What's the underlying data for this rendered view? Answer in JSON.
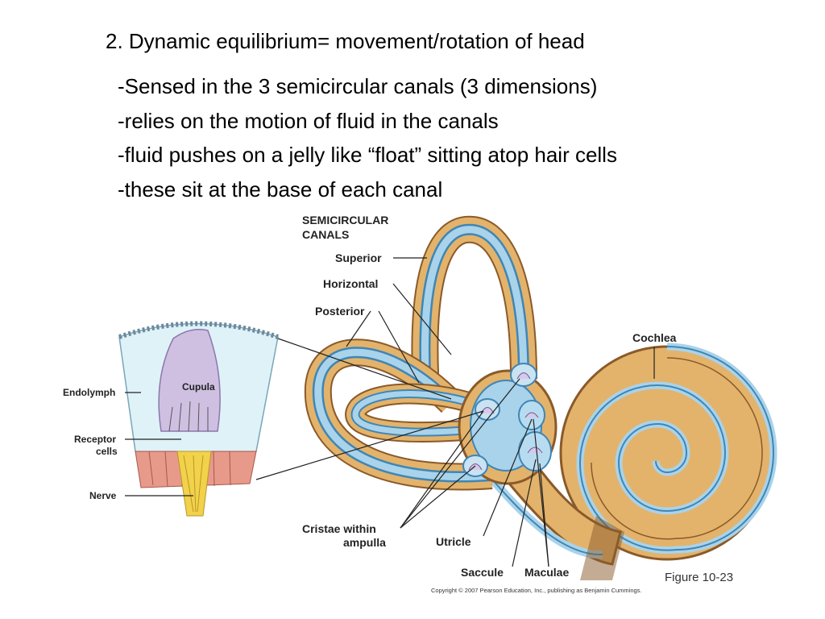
{
  "slide": {
    "heading": "2. Dynamic equilibrium= movement/rotation of head",
    "bullets": [
      "-Sensed in the 3 semicircular canals (3 dimensions)",
      "-relies on the motion of fluid in the canals",
      "-fluid pushes on a jelly like “float” sitting atop hair cells",
      "-these sit at the base of each canal"
    ]
  },
  "figure": {
    "title_line1": "SEMICIRCULAR",
    "title_line2": "CANALS",
    "labels": {
      "superior": "Superior",
      "horizontal": "Horizontal",
      "posterior": "Posterior",
      "cochlea": "Cochlea",
      "endolymph": "Endolymph",
      "cupula": "Cupula",
      "receptor_line1": "Receptor",
      "receptor_line2": "cells",
      "nerve": "Nerve",
      "cristae_line1": "Cristae  within",
      "cristae_line2": "ampulla",
      "utricle": "Utricle",
      "saccule": "Saccule",
      "maculae": "Maculae"
    },
    "figure_number": "Figure 10-23",
    "copyright": "Copyright © 2007 Pearson Education, Inc., publishing as Benjamin Cummings.",
    "colors": {
      "bone": "#e3b36b",
      "bone_dark": "#8a5a2a",
      "fluid": "#a9d3ea",
      "fluid_dark": "#3f86b6",
      "cupula": "#cfc0e2",
      "cell_pink": "#e89a8a",
      "nerve": "#f2d24a"
    }
  }
}
